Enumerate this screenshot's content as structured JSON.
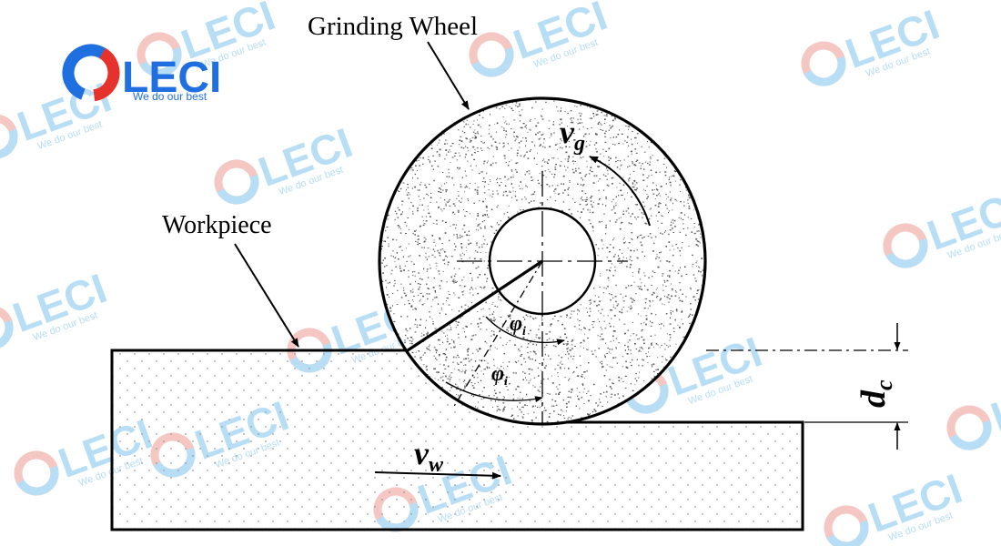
{
  "logo": {
    "brand": "LECI",
    "tagline": "We do our best",
    "colors": {
      "blue": "#1f6fe0",
      "red": "#e5322d"
    }
  },
  "watermark": {
    "brand": "LECI",
    "tagline": "We do our best",
    "colors": {
      "blue": "#9fd3f2",
      "pink": "#f2b4ae"
    }
  },
  "diagram": {
    "labels": {
      "wheel": "Grinding Wheel",
      "workpiece": "Workpiece",
      "wheel_speed_symbol": "v",
      "wheel_speed_sub": "g",
      "work_speed_symbol": "v",
      "work_speed_sub": "w",
      "depth_symbol": "d",
      "depth_sub": "c",
      "angle_symbol": "φ",
      "angle_sub": "i"
    },
    "colors": {
      "line": "#000000",
      "speckle": "#555555",
      "dots": "#9a9a9a"
    }
  }
}
